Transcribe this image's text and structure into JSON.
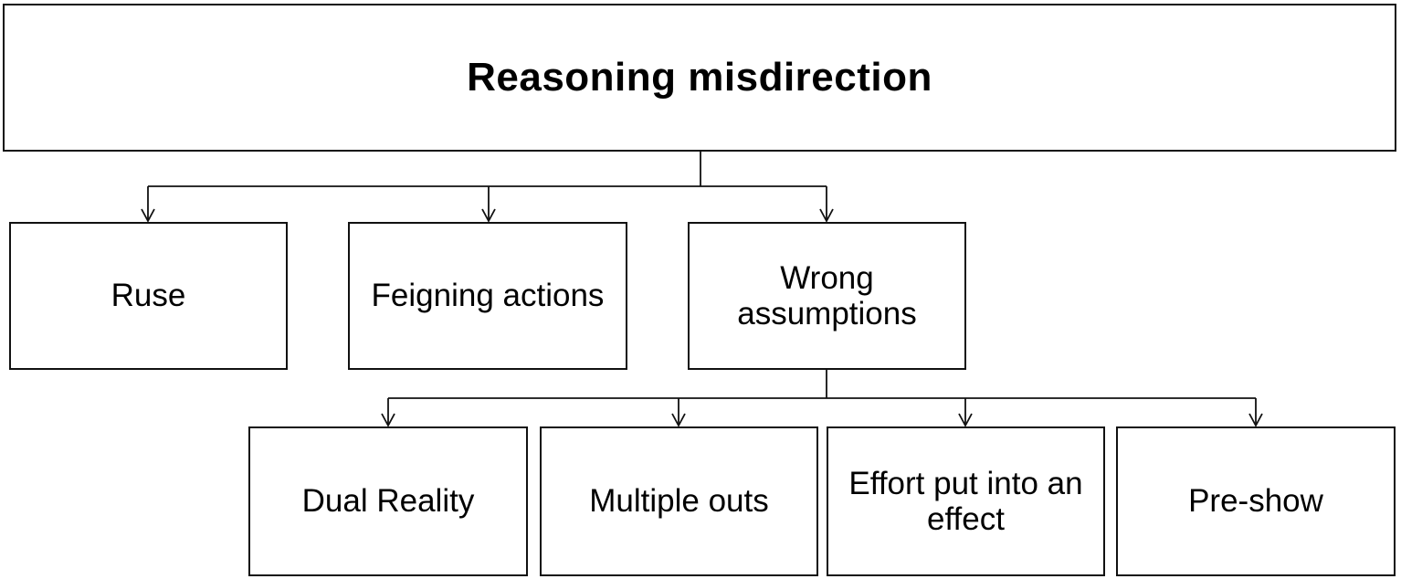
{
  "diagram": {
    "type": "tree",
    "colors": {
      "background": "#ffffff",
      "line": "#111111",
      "box_border": "#111111",
      "box_background": "#ffffff",
      "text": "#000000"
    },
    "tree": {
      "label": "Reasoning misdirection",
      "children": [
        {
          "label": "Ruse",
          "children": []
        },
        {
          "label": "Feigning actions",
          "children": []
        },
        {
          "label": "Wrong assumptions",
          "children": [
            {
              "label": "Dual Reality"
            },
            {
              "label": "Multiple outs"
            },
            {
              "label": "Effort put into an effect"
            },
            {
              "label": "Pre-show"
            }
          ]
        }
      ]
    }
  }
}
